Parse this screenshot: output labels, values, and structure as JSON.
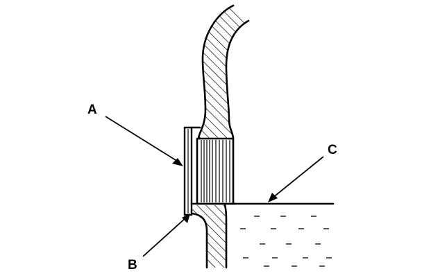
{
  "labels": {
    "a": "A",
    "b": "B",
    "c": "C"
  },
  "colors": {
    "ink": "#000000",
    "background": "#ffffff"
  }
}
